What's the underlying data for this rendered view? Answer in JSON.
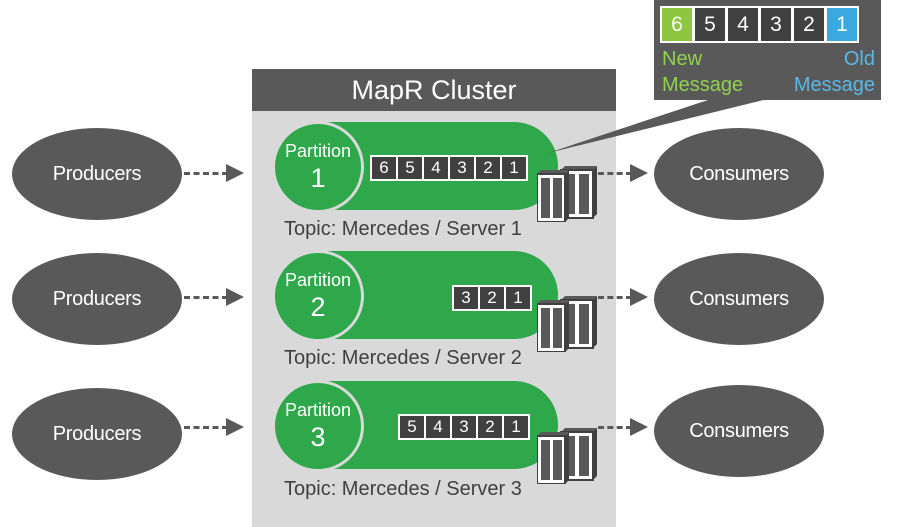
{
  "colors": {
    "dark_gray": "#595959",
    "cell_gray": "#404040",
    "cluster_bg": "#d9d9d9",
    "partition_green": "#2ea84a",
    "new_message": "#92d050",
    "old_message": "#5bb8e6"
  },
  "cluster": {
    "title": "MapR Cluster"
  },
  "rows": [
    {
      "producer": "Producers",
      "consumer": "Consumers",
      "partition_label": "Partition",
      "partition_number": "1",
      "messages": [
        "6",
        "5",
        "4",
        "3",
        "2",
        "1"
      ],
      "topic": "Topic: Mercedes / Server 1"
    },
    {
      "producer": "Producers",
      "consumer": "Consumers",
      "partition_label": "Partition",
      "partition_number": "2",
      "messages": [
        "3",
        "2",
        "1"
      ],
      "topic": "Topic: Mercedes / Server 2"
    },
    {
      "producer": "Producers",
      "consumer": "Consumers",
      "partition_label": "Partition",
      "partition_number": "3",
      "messages": [
        "5",
        "4",
        "3",
        "2",
        "1"
      ],
      "topic": "Topic: Mercedes / Server 3"
    }
  ],
  "callout": {
    "messages": [
      "6",
      "5",
      "4",
      "3",
      "2",
      "1"
    ],
    "new_label_1": "New",
    "new_label_2": "Message",
    "old_label_1": "Old",
    "old_label_2": "Message"
  },
  "icons": {
    "server": "server-rack-icon"
  }
}
